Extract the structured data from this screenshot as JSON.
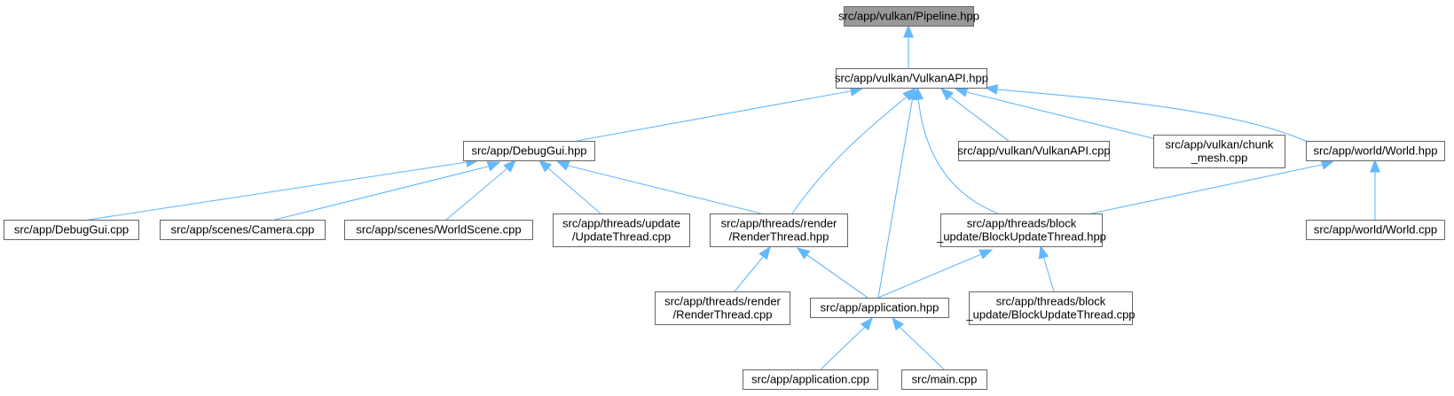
{
  "diagram": {
    "title": "",
    "colors": {
      "edge": "#63b8ff",
      "node_border": "#666666",
      "root_fill": "#999999",
      "node_fill": "#ffffff"
    },
    "nodes": [
      {
        "id": "pipeline_hpp",
        "lines": [
          "src/app/vulkan/Pipeline.hpp"
        ],
        "root": true
      },
      {
        "id": "vulkanapi_hpp",
        "lines": [
          "src/app/vulkan/VulkanAPI.hpp"
        ]
      },
      {
        "id": "debuggui_hpp",
        "lines": [
          "src/app/DebugGui.hpp"
        ]
      },
      {
        "id": "vulkanapi_cpp",
        "lines": [
          "src/app/vulkan/VulkanAPI.cpp"
        ]
      },
      {
        "id": "chunk_mesh_cpp",
        "lines": [
          "src/app/vulkan/chunk",
          "_mesh.cpp"
        ]
      },
      {
        "id": "world_hpp",
        "lines": [
          "src/app/world/World.hpp"
        ]
      },
      {
        "id": "debuggui_cpp",
        "lines": [
          "src/app/DebugGui.cpp"
        ]
      },
      {
        "id": "camera_cpp",
        "lines": [
          "src/app/scenes/Camera.cpp"
        ]
      },
      {
        "id": "worldscene_cpp",
        "lines": [
          "src/app/scenes/WorldScene.cpp"
        ]
      },
      {
        "id": "updatethread_cpp",
        "lines": [
          "src/app/threads/update",
          "/UpdateThread.cpp"
        ]
      },
      {
        "id": "renderthread_hpp",
        "lines": [
          "src/app/threads/render",
          "/RenderThread.hpp"
        ]
      },
      {
        "id": "blockupdatethread_hpp",
        "lines": [
          "src/app/threads/block",
          "_update/BlockUpdateThread.hpp"
        ]
      },
      {
        "id": "world_cpp",
        "lines": [
          "src/app/world/World.cpp"
        ]
      },
      {
        "id": "renderthread_cpp",
        "lines": [
          "src/app/threads/render",
          "/RenderThread.cpp"
        ]
      },
      {
        "id": "application_hpp",
        "lines": [
          "src/app/application.hpp"
        ]
      },
      {
        "id": "blockupdatethread_cpp",
        "lines": [
          "src/app/threads/block",
          "_update/BlockUpdateThread.cpp"
        ]
      },
      {
        "id": "application_cpp",
        "lines": [
          "src/app/application.cpp"
        ]
      },
      {
        "id": "main_cpp",
        "lines": [
          "src/main.cpp"
        ]
      }
    ],
    "edges": [
      {
        "from": "vulkanapi_hpp",
        "to": "pipeline_hpp"
      },
      {
        "from": "debuggui_hpp",
        "to": "vulkanapi_hpp"
      },
      {
        "from": "renderthread_hpp",
        "to": "vulkanapi_hpp"
      },
      {
        "from": "application_hpp",
        "to": "vulkanapi_hpp"
      },
      {
        "from": "blockupdatethread_hpp",
        "to": "vulkanapi_hpp"
      },
      {
        "from": "vulkanapi_cpp",
        "to": "vulkanapi_hpp"
      },
      {
        "from": "chunk_mesh_cpp",
        "to": "vulkanapi_hpp"
      },
      {
        "from": "world_hpp",
        "to": "vulkanapi_hpp"
      },
      {
        "from": "debuggui_cpp",
        "to": "debuggui_hpp"
      },
      {
        "from": "camera_cpp",
        "to": "debuggui_hpp"
      },
      {
        "from": "worldscene_cpp",
        "to": "debuggui_hpp"
      },
      {
        "from": "updatethread_cpp",
        "to": "debuggui_hpp"
      },
      {
        "from": "renderthread_hpp",
        "to": "debuggui_hpp"
      },
      {
        "from": "blockupdatethread_hpp",
        "to": "world_hpp"
      },
      {
        "from": "world_cpp",
        "to": "world_hpp"
      },
      {
        "from": "renderthread_cpp",
        "to": "renderthread_hpp"
      },
      {
        "from": "application_hpp",
        "to": "renderthread_hpp"
      },
      {
        "from": "application_hpp",
        "to": "blockupdatethread_hpp"
      },
      {
        "from": "blockupdatethread_cpp",
        "to": "blockupdatethread_hpp"
      },
      {
        "from": "application_cpp",
        "to": "application_hpp"
      },
      {
        "from": "main_cpp",
        "to": "application_hpp"
      }
    ]
  }
}
